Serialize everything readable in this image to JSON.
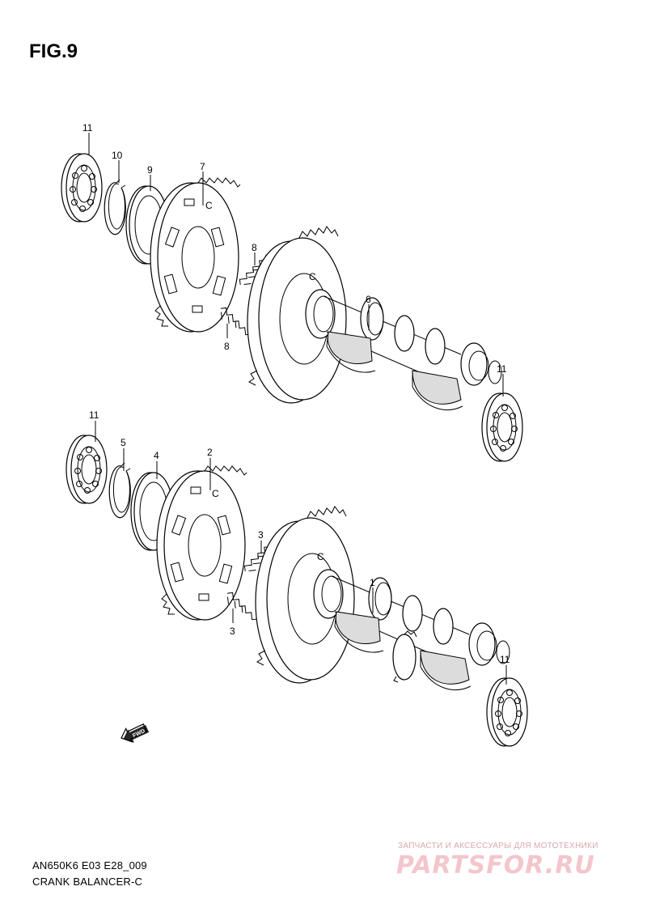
{
  "figure": {
    "title": "FIG.9",
    "model_code": "AN650K6 E03 E28_009",
    "section_name": "CRANK BALANCER-C"
  },
  "fwd_badge": "FWD",
  "watermark": {
    "tagline": "ЗАПЧАСТИ И АКСЕССУАРЫ ДЛЯ МОТОТЕХНИКИ",
    "brand": "PARTSFOR.RU"
  },
  "upper_assembly": {
    "callouts": [
      "11",
      "10",
      "9",
      "7",
      "8",
      "8",
      "6",
      "11"
    ]
  },
  "lower_assembly": {
    "callouts": [
      "11",
      "5",
      "4",
      "2",
      "3",
      "3",
      "1",
      "11"
    ]
  }
}
